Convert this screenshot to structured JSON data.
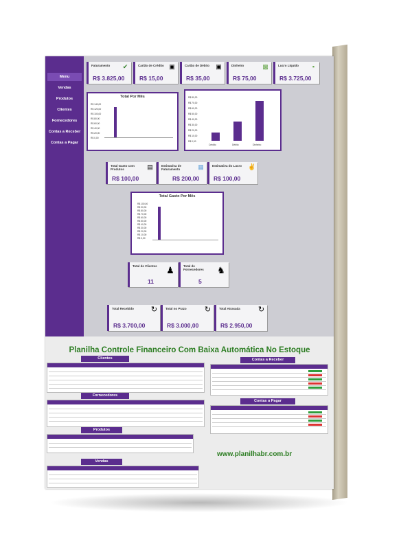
{
  "menu": [
    "Menu",
    "Vendas",
    "Produtos",
    "Clientes",
    "Fornecedores",
    "Contas a Receber",
    "Contas a Pagar"
  ],
  "cards_top": [
    {
      "label": "Faturamento",
      "value": "R$ 3.825,00",
      "icon": "check-circle-icon"
    },
    {
      "label": "Cartão de Crédito",
      "value": "R$ 15,00",
      "icon": "credit-card-icon"
    },
    {
      "label": "Cartão de Débito",
      "value": "R$ 35,00",
      "icon": "debit-card-icon"
    },
    {
      "label": "Dinheiro",
      "value": "R$ 75,00",
      "icon": "cash-icon"
    },
    {
      "label": "Lucro Líquido",
      "value": "R$ 3.725,00",
      "icon": "money-icon"
    }
  ],
  "chart_total_mes": {
    "title": "Total Por Mês",
    "yticks": [
      "R$ 140,00",
      "R$ 120,00",
      "R$ 100,00",
      "R$ 80,00",
      "R$ 60,00",
      "R$ 40,00",
      "R$ 20,00",
      "R$ 0,00"
    ]
  },
  "chart_pagamento": {
    "yticks": [
      "R$ 80,00",
      "R$ 70,00",
      "R$ 60,00",
      "R$ 50,00",
      "R$ 40,00",
      "R$ 30,00",
      "R$ 20,00",
      "R$ 10,00",
      "R$ 0,00"
    ],
    "categories": [
      "Crédito",
      "Débito",
      "Dinheiro"
    ]
  },
  "cards_mid": [
    {
      "label": "Total Gasto com Produtos",
      "value": "R$ 100,00",
      "icon": "cash-register-icon"
    },
    {
      "label": "Estimativa de Faturamento",
      "value": "R$ 200,00",
      "icon": "calculator-icon"
    },
    {
      "label": "Estimativa do Lucro",
      "value": "R$ 100,00",
      "icon": "hand-coin-icon"
    }
  ],
  "chart_gasto_mes": {
    "title": "Total Gasto Por Mês",
    "yticks": [
      "R$ 100,00",
      "R$ 90,00",
      "R$ 80,00",
      "R$ 70,00",
      "R$ 60,00",
      "R$ 50,00",
      "R$ 40,00",
      "R$ 30,00",
      "R$ 20,00",
      "R$ 10,00",
      "R$ 0,00"
    ]
  },
  "cards_people": [
    {
      "label": "Total de Clientes",
      "value": "11",
      "icon": "users-icon"
    },
    {
      "label": "Total de Fornecedores",
      "value": "5",
      "icon": "supplier-icon"
    }
  ],
  "cards_status": [
    {
      "label": "Total Recebido",
      "value": "R$ 3.700,00",
      "icon": "refresh-dollar-icon"
    },
    {
      "label": "Total no Prazo",
      "value": "R$ 3.000,00",
      "icon": "refresh-dollar-icon"
    },
    {
      "label": "Total Atrasada",
      "value": "R$ 2.950,00",
      "icon": "refresh-dollar-icon"
    }
  ],
  "banner": "Planilha Controle Financeiro Com Baixa Automática No Estoque",
  "tables": {
    "clientes": "Clientes",
    "fornecedores": "Fornecedores",
    "produtos": "Produtos",
    "vendas": "Vendas",
    "receber": "Contas a Receber",
    "pagar": "Contas a Pagar"
  },
  "site": "www.planilhabr.com.br",
  "colors": {
    "purple": "#5b2d8e",
    "green": "#2c7d22"
  }
}
